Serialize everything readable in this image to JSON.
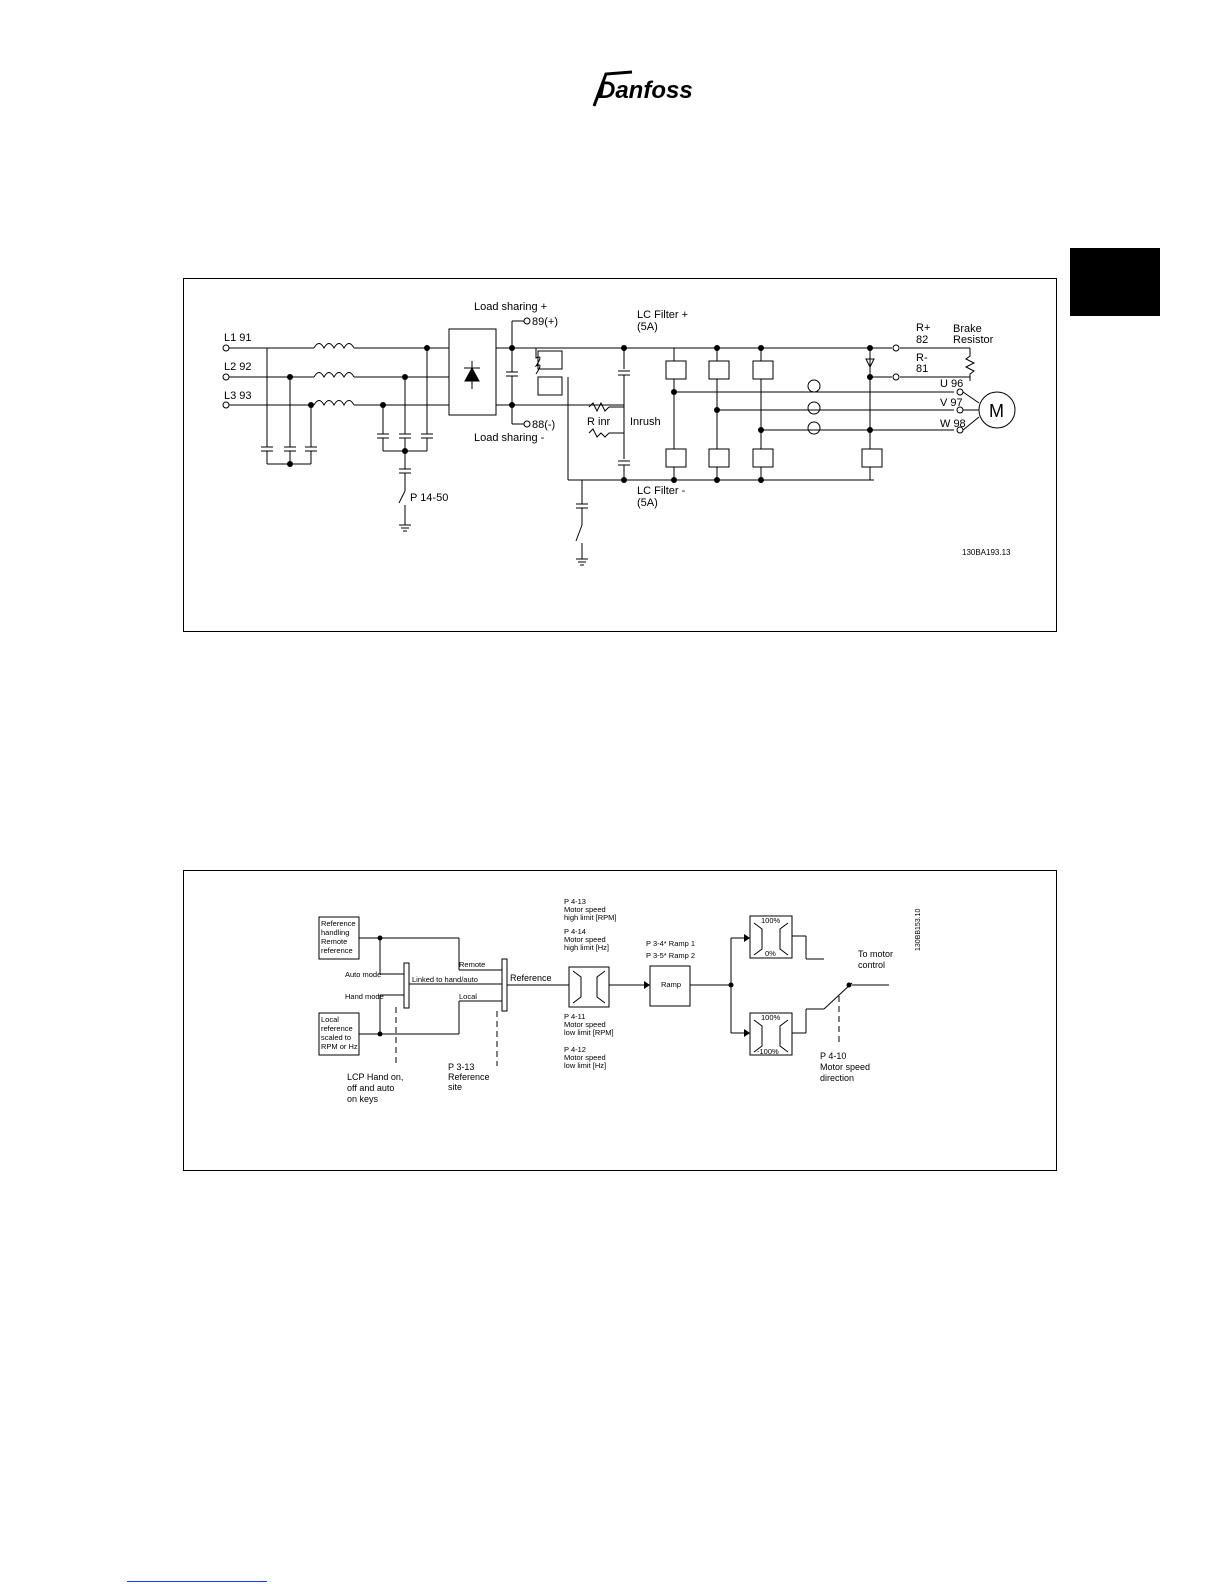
{
  "brand": {
    "logo_text": "Danfoss"
  },
  "figure1": {
    "labels": {
      "l1": "L1 91",
      "l2": "L2 92",
      "l3": "L3 93",
      "load_sharing_plus": "Load sharing +",
      "load_sharing_minus": "Load sharing -",
      "t89": "89(+)",
      "t88": "88(-)",
      "lc_plus": "LC Filter +",
      "lc_plus_a": "(5A)",
      "lc_minus": "LC Filter -",
      "lc_minus_a": "(5A)",
      "r_inr": "R inr",
      "inrush": "Inrush",
      "p1450": "P 14-50",
      "r_plus": "R+",
      "r82": "82",
      "r_minus": "R-",
      "r81": "81",
      "brake": "Brake",
      "resistor": "Resistor",
      "u96": "U 96",
      "v97": "V 97",
      "w98": "W 98",
      "motor": "M",
      "code": "130BA193.13"
    }
  },
  "figure2": {
    "labels": {
      "ref_remote": [
        "Reference",
        "handling",
        "Remote",
        "reference"
      ],
      "ref_local": [
        "Local",
        "reference",
        "scaled to",
        "RPM or Hz"
      ],
      "auto_mode": "Auto mode",
      "hand_mode": "Hand mode",
      "linked": "Linked to hand/auto",
      "remote": "Remote",
      "local": "Local",
      "reference": "Reference",
      "lcp": [
        "LCP Hand on,",
        "off and auto",
        "on keys"
      ],
      "p313": [
        "P 3-13",
        "Reference",
        "site"
      ],
      "p413": [
        "P 4-13",
        "Motor speed",
        "high limit [RPM]"
      ],
      "p414": [
        "P 4-14",
        "Motor speed",
        "high limit [Hz]"
      ],
      "p411": [
        "P 4-11",
        "Motor speed",
        "low limit [RPM]"
      ],
      "p412": [
        "P 4-12",
        "Motor speed",
        "low limit [Hz]"
      ],
      "ramp1": "P 3-4* Ramp 1",
      "ramp2": "P 3-5* Ramp 2",
      "ramp": "Ramp",
      "top_100": "100%",
      "top_0": "0%",
      "bot_100": "100%",
      "bot_m100": "-100%",
      "to_motor": [
        "To motor",
        "control"
      ],
      "p410": [
        "P 4-10",
        "Motor speed",
        "direction"
      ],
      "code": "130BB153.10"
    }
  }
}
